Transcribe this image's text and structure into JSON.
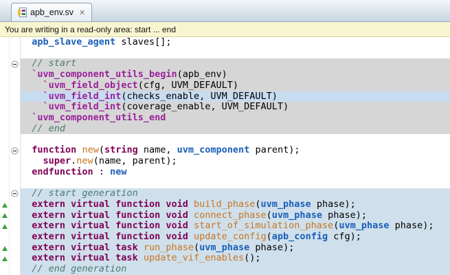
{
  "tab": {
    "title": "apb_env.sv",
    "close_glyph": "✕"
  },
  "banner": {
    "text": "You are writing in a read-only area: start ... end"
  },
  "colors": {
    "keyword": "#7f0055",
    "macro": "#9a1f9a",
    "type": "#1a5eb8",
    "function_name": "#c87420",
    "comment": "#4e7a72",
    "readonly_region_bg": "#d6d6d6",
    "highlight_line_bg": "#c7dcf0",
    "generated_region_bg": "#cfe0ec",
    "banner_bg": "#f8f6d0",
    "marker_green": "#3fa03f"
  },
  "editor": {
    "lines": [
      {
        "bg": "none",
        "segs": [
          [
            "plain",
            "  "
          ],
          [
            "type",
            "apb_slave_agent"
          ],
          [
            "plain",
            " slaves[];"
          ]
        ]
      },
      {
        "bg": "none",
        "segs": []
      },
      {
        "bg": "gray",
        "fold": true,
        "segs": [
          [
            "plain",
            "  "
          ],
          [
            "cmt",
            "// start"
          ]
        ]
      },
      {
        "bg": "gray",
        "segs": [
          [
            "plain",
            "  "
          ],
          [
            "macro",
            "`uvm_component_utils_begin"
          ],
          [
            "plain",
            "(apb_env)"
          ]
        ]
      },
      {
        "bg": "gray",
        "segs": [
          [
            "plain",
            "    "
          ],
          [
            "macro",
            "`uvm_field_object"
          ],
          [
            "plain",
            "(cfg, UVM_DEFAULT)"
          ]
        ]
      },
      {
        "bg": "hl",
        "segs": [
          [
            "plain",
            "    "
          ],
          [
            "macro",
            "`uvm_field_int"
          ],
          [
            "plain",
            "(checks_enable, UVM_DEFAULT)"
          ]
        ]
      },
      {
        "bg": "gray",
        "segs": [
          [
            "plain",
            "    "
          ],
          [
            "macro",
            "`uvm_field_int"
          ],
          [
            "plain",
            "(coverage_enable, UVM_DEFAULT)"
          ]
        ]
      },
      {
        "bg": "gray",
        "segs": [
          [
            "plain",
            "  "
          ],
          [
            "macro",
            "`uvm_component_utils_end"
          ]
        ]
      },
      {
        "bg": "gray",
        "segs": [
          [
            "plain",
            "  "
          ],
          [
            "cmt",
            "// end"
          ]
        ]
      },
      {
        "bg": "none",
        "segs": []
      },
      {
        "bg": "none",
        "fold": true,
        "segs": [
          [
            "plain",
            "  "
          ],
          [
            "kw",
            "function"
          ],
          [
            "plain",
            " "
          ],
          [
            "fn",
            "new"
          ],
          [
            "plain",
            "("
          ],
          [
            "kw",
            "string"
          ],
          [
            "plain",
            " name, "
          ],
          [
            "type",
            "uvm_component"
          ],
          [
            "plain",
            " parent);"
          ]
        ]
      },
      {
        "bg": "none",
        "segs": [
          [
            "plain",
            "    "
          ],
          [
            "kw",
            "super"
          ],
          [
            "plain",
            "."
          ],
          [
            "fn",
            "new"
          ],
          [
            "plain",
            "(name, parent);"
          ]
        ]
      },
      {
        "bg": "none",
        "segs": [
          [
            "plain",
            "  "
          ],
          [
            "kw",
            "endfunction"
          ],
          [
            "plain",
            " : "
          ],
          [
            "type",
            "new"
          ]
        ]
      },
      {
        "bg": "none",
        "segs": []
      },
      {
        "bg": "blue",
        "fold": true,
        "segs": [
          [
            "plain",
            "  "
          ],
          [
            "cmt",
            "// start generation"
          ]
        ]
      },
      {
        "bg": "blue",
        "marker": true,
        "segs": [
          [
            "plain",
            "  "
          ],
          [
            "kw",
            "extern virtual function void"
          ],
          [
            "plain",
            " "
          ],
          [
            "fn",
            "build_phase"
          ],
          [
            "plain",
            "("
          ],
          [
            "type",
            "uvm_phase"
          ],
          [
            "plain",
            " phase);"
          ]
        ]
      },
      {
        "bg": "blue",
        "marker": true,
        "segs": [
          [
            "plain",
            "  "
          ],
          [
            "kw",
            "extern virtual function void"
          ],
          [
            "plain",
            " "
          ],
          [
            "fn",
            "connect_phase"
          ],
          [
            "plain",
            "("
          ],
          [
            "type",
            "uvm_phase"
          ],
          [
            "plain",
            " phase);"
          ]
        ]
      },
      {
        "bg": "blue",
        "marker": true,
        "segs": [
          [
            "plain",
            "  "
          ],
          [
            "kw",
            "extern virtual function void"
          ],
          [
            "plain",
            " "
          ],
          [
            "fn",
            "start_of_simulation_phase"
          ],
          [
            "plain",
            "("
          ],
          [
            "type",
            "uvm_phase"
          ],
          [
            "plain",
            " phase);"
          ]
        ]
      },
      {
        "bg": "blue",
        "segs": [
          [
            "plain",
            "  "
          ],
          [
            "kw",
            "extern virtual function void"
          ],
          [
            "plain",
            " "
          ],
          [
            "fn",
            "update_config"
          ],
          [
            "plain",
            "("
          ],
          [
            "type",
            "apb_config"
          ],
          [
            "plain",
            " cfg);"
          ]
        ]
      },
      {
        "bg": "blue",
        "marker": true,
        "segs": [
          [
            "plain",
            "  "
          ],
          [
            "kw",
            "extern virtual task"
          ],
          [
            "plain",
            " "
          ],
          [
            "fn",
            "run_phase"
          ],
          [
            "plain",
            "("
          ],
          [
            "type",
            "uvm_phase"
          ],
          [
            "plain",
            " phase);"
          ]
        ]
      },
      {
        "bg": "blue",
        "marker": true,
        "segs": [
          [
            "plain",
            "  "
          ],
          [
            "kw",
            "extern virtual task"
          ],
          [
            "plain",
            " "
          ],
          [
            "fn",
            "update_vif_enables"
          ],
          [
            "plain",
            "();"
          ]
        ]
      },
      {
        "bg": "blue",
        "segs": [
          [
            "plain",
            "  "
          ],
          [
            "cmt",
            "// end generation"
          ]
        ]
      }
    ]
  }
}
